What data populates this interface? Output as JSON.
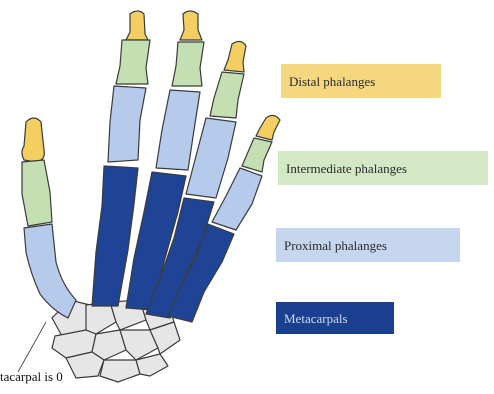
{
  "legend": {
    "distal": "Distal phalanges",
    "intermediate": "Intermediate phalanges",
    "proximal": "Proximal phalanges",
    "metacarpals": "Metacarpals"
  },
  "caption": "tacarpal is 0",
  "colors": {
    "distal": "#f2cf60",
    "intermediate": "#c4e0b2",
    "proximal": "#b6cbec",
    "metacarpals": "#1f4395",
    "carpals": "#e6e6e6",
    "outline": "#3b3b3b"
  }
}
